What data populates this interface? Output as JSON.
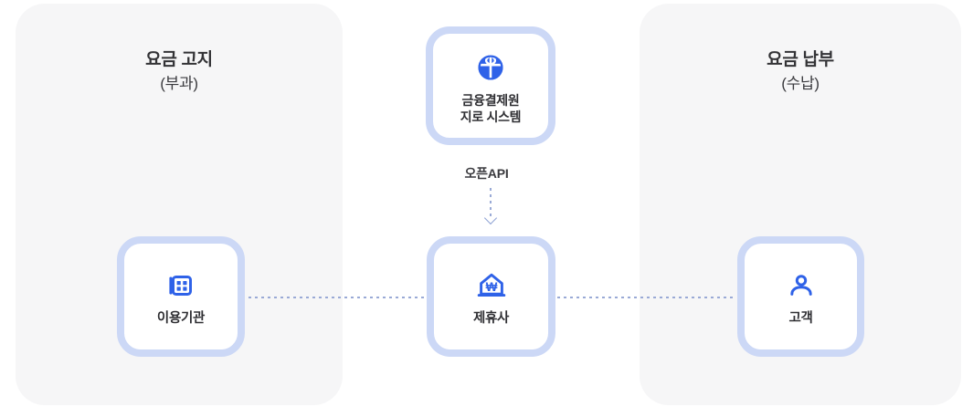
{
  "diagram": {
    "panels": [
      {
        "id": "billing",
        "title": "요금 고지",
        "subtitle": "(부과)"
      },
      {
        "id": "payment",
        "title": "요금 납부",
        "subtitle": "(수납)"
      }
    ],
    "nodes": {
      "giro": {
        "label": "금융결제원\n지로 시스템",
        "icon": "globe-icon"
      },
      "agency": {
        "label": "이용기관",
        "icon": "building-icon"
      },
      "partner": {
        "label": "제휴사",
        "icon": "bank-won-icon"
      },
      "customer": {
        "label": "고객",
        "icon": "person-icon"
      }
    },
    "connector_label": "오픈API",
    "colors": {
      "panel_bg": "#f6f6f7",
      "card_border": "#ccd8f6",
      "card_bg": "#ffffff",
      "icon_blue": "#2f62e8",
      "connector": "#9aaad6",
      "text_dark": "#2f2f33"
    }
  }
}
